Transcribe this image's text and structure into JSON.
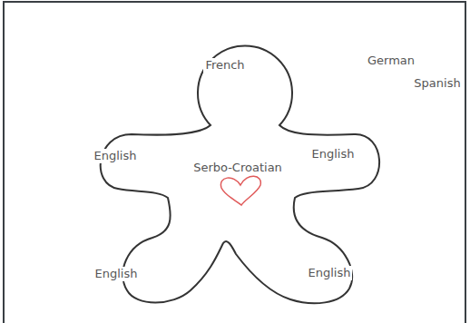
{
  "diagram": {
    "labels": [
      "French",
      "English",
      "Serbo-Croatian",
      "English",
      "German",
      "Spanish",
      "English",
      "English"
    ]
  }
}
